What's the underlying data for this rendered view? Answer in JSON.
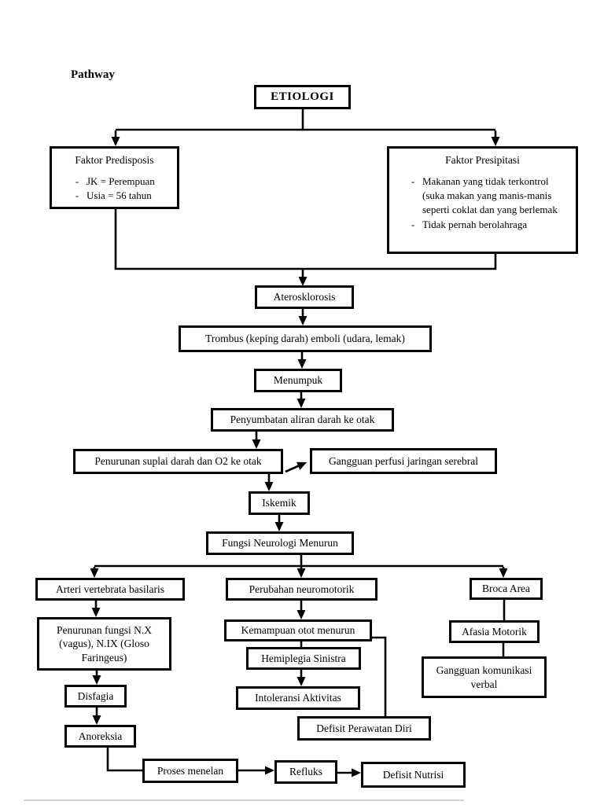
{
  "page": {
    "heading": "Pathway"
  },
  "diagram": {
    "bullet_char": "-",
    "nodes": {
      "etiologi": {
        "label": "ETIOLOGI"
      },
      "faktor_predisposis": {
        "title": "Faktor Predisposis",
        "items": [
          "JK = Perempuan",
          "Usia = 56 tahun"
        ]
      },
      "faktor_presipitasi": {
        "title": "Faktor Presipitasi",
        "items": [
          "Makanan yang tidak terkontrol (suka makan yang manis-manis seperti coklat dan yang berlemak",
          "Tidak pernah berolahraga"
        ]
      },
      "aterosklorosis": {
        "label": "Aterosklorosis"
      },
      "trombus": {
        "label": "Trombus (keping darah) emboli (udara, lemak)"
      },
      "menumpuk": {
        "label": "Menumpuk"
      },
      "penyumbatan": {
        "label": "Penyumbatan aliran darah ke otak"
      },
      "penurunan_suplai": {
        "label": "Penurunan suplai darah dan O2 ke otak"
      },
      "gangguan_perfusi": {
        "label": "Gangguan perfusi jaringan serebral"
      },
      "iskemik": {
        "label": "Iskemik"
      },
      "fungsi_neurologi": {
        "label": "Fungsi Neurologi Menurun"
      },
      "arteri_vertebrata": {
        "label": "Arteri vertebrata basilaris"
      },
      "perubahan_neuromotorik": {
        "label": "Perubahan neuromotorik"
      },
      "broca_area": {
        "label": "Broca Area"
      },
      "penurunan_fungsi": {
        "label": "Penurunan fungsi N.X (vagus), N.IX (Gloso Faringeus)"
      },
      "disfagia": {
        "label": "Disfagia"
      },
      "anoreksia": {
        "label": "Anoreksia"
      },
      "kemampuan_otot": {
        "label": "Kemampuan otot menurun"
      },
      "hemiplegia": {
        "label": "Hemiplegia Sinistra"
      },
      "intoleransi": {
        "label": "Intoleransi Aktivitas"
      },
      "defisit_perawatan": {
        "label": "Defisit Perawatan Diri"
      },
      "afasia_motorik": {
        "label": "Afasia Motorik"
      },
      "gangguan_komunikasi": {
        "label": "Gangguan komunikasi verbal"
      },
      "proses_menelan": {
        "label": "Proses menelan"
      },
      "refluks": {
        "label": "Refluks"
      },
      "defisit_nutrisi": {
        "label": "Defisit Nutrisi"
      }
    },
    "colors": {
      "line": "#000000",
      "box_border": "#000000",
      "box_bg": "#ffffff"
    }
  }
}
